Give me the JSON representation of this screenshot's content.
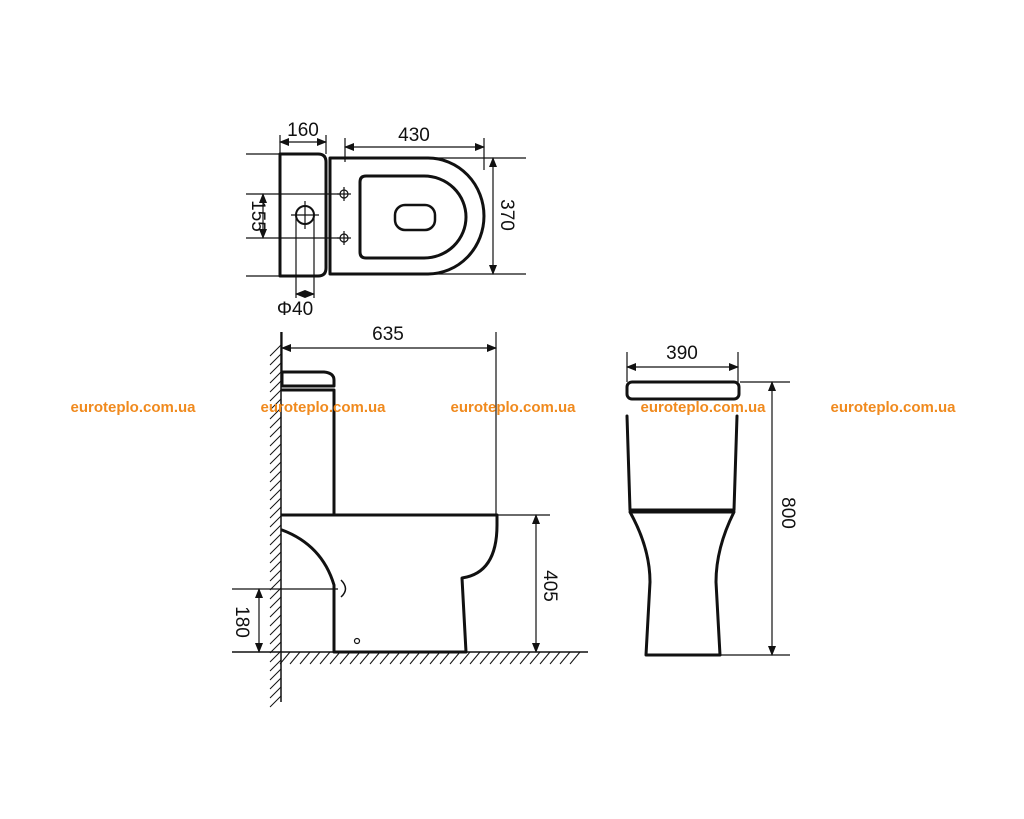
{
  "watermark": {
    "text": "euroteplo.com.ua",
    "color": "#f08a1e",
    "count": 5
  },
  "colors": {
    "line": "#111111",
    "background": "#ffffff"
  },
  "dimensions": {
    "top_tank_depth": "160",
    "top_bowl_length": "430",
    "top_width": "370",
    "top_bolt_spacing": "155",
    "top_inlet_diameter": "Φ40",
    "side_total_length": "635",
    "side_seat_height": "405",
    "side_outlet_height": "180",
    "front_width": "390",
    "front_total_height": "800"
  }
}
